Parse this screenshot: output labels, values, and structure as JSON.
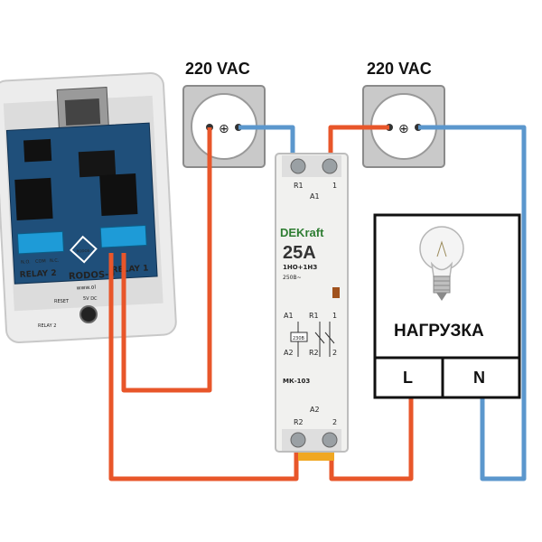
{
  "sockets": [
    {
      "label": "220 VAC"
    },
    {
      "label": "220 VAC"
    }
  ],
  "controller": {
    "name": "RODOS-9",
    "relay_left": "RELAY 2",
    "relay_right": "RELAY 1",
    "terminal_labels": [
      "N.O.",
      "COM",
      "N.C."
    ],
    "url": "www.ol",
    "reset": "RESET",
    "power": "5V DC",
    "relay2_bottom": "RELAY 2",
    "logo": "RODOS"
  },
  "contactor": {
    "brand": "DEKraft",
    "rating": "25A",
    "config": "1НО+1НЗ",
    "voltage": "250В~",
    "model": "МК-103",
    "top_terms": [
      "R1",
      "1"
    ],
    "a1": "A1",
    "a2": "A2",
    "bottom_terms": [
      "R2",
      "2"
    ],
    "schematic_a1": "A1",
    "schematic_r1": "R1",
    "schematic_a2": "A2",
    "schematic_r2": "R2",
    "schematic_1": "1",
    "schematic_2": "2",
    "coil_label": "230В"
  },
  "load": {
    "title": "НАГРУЗКА",
    "l": "L",
    "n": "N"
  },
  "colors": {
    "phase_wire": "#e8562a",
    "neutral_wire": "#5b97cd",
    "socket_plate": "#c9c9c9",
    "pcb": "#1f4f7a",
    "terminal": "#1e9bd7"
  }
}
